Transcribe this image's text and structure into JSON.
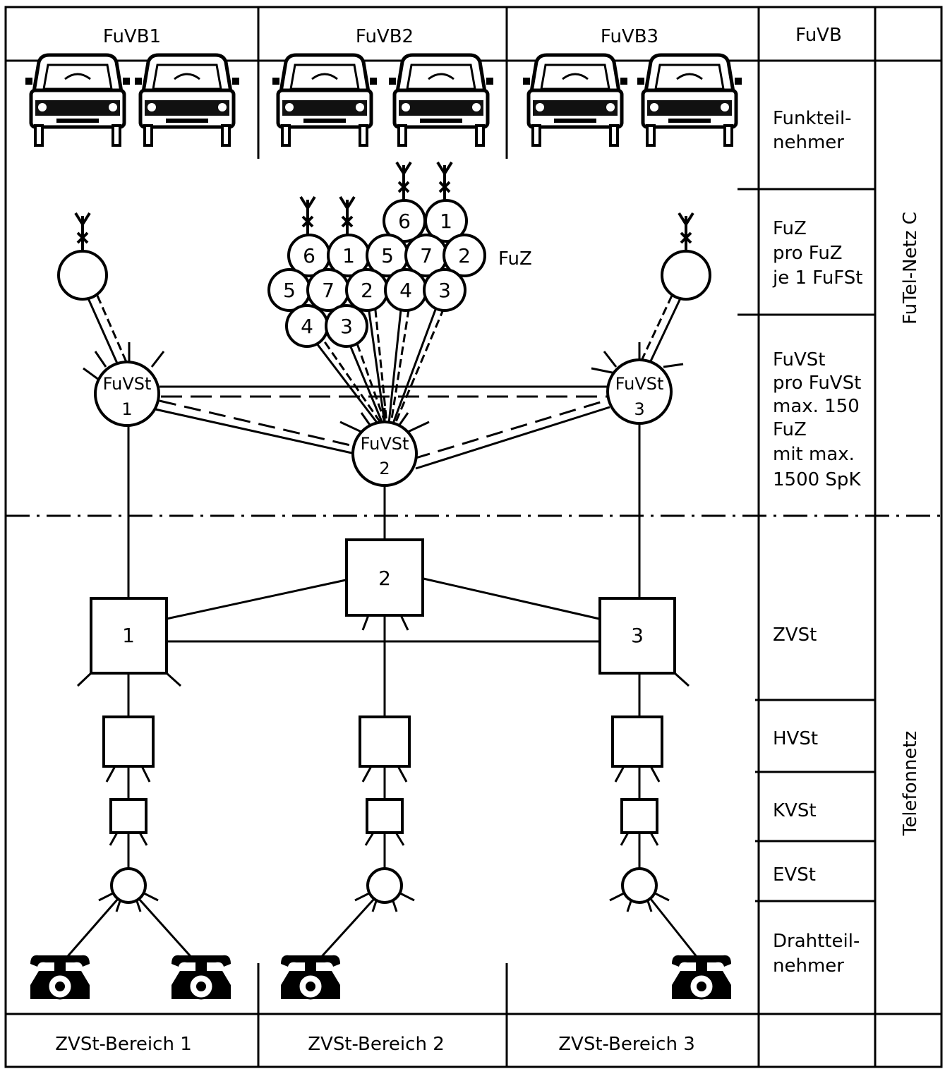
{
  "header": {
    "columns": [
      "FuVB1",
      "FuVB2",
      "FuVB3",
      "FuVB"
    ]
  },
  "side_labels": {
    "subscribers_top": [
      "Funkteil-",
      "nehmer"
    ],
    "fuz": [
      "FuZ",
      "pro FuZ",
      "je 1 FuFSt"
    ],
    "fuvst": [
      "FuVSt",
      "pro FuVSt",
      "max. 150",
      "FuZ",
      "mit max.",
      "1500 SpK"
    ],
    "zvst": "ZVSt",
    "hvst": "HVSt",
    "kvst": "KVSt",
    "evst": "EVSt",
    "subscribers_bottom": [
      "Drahtteil-",
      "nehmer"
    ]
  },
  "vertical_labels": {
    "radio_network": "FuTel-Netz C",
    "phone_network": "Telefonnetz"
  },
  "fuz_label": "FuZ",
  "fuz_cluster": {
    "row1": [
      "6",
      "1"
    ],
    "row2": [
      "6",
      "1",
      "5",
      "7",
      "2"
    ],
    "row3": [
      "5",
      "7",
      "2",
      "4",
      "3"
    ],
    "row4": [
      "4",
      "3"
    ]
  },
  "fuvst_stations": [
    {
      "label": "FuVSt",
      "num": "1"
    },
    {
      "label": "FuVSt",
      "num": "2"
    },
    {
      "label": "FuVSt",
      "num": "3"
    }
  ],
  "zvst_boxes": [
    "1",
    "2",
    "3"
  ],
  "footer": [
    "ZVSt-Bereich 1",
    "ZVSt-Bereich 2",
    "ZVSt-Bereich 3"
  ],
  "colors": {
    "ink": "#000000",
    "paper": "#ffffff"
  }
}
